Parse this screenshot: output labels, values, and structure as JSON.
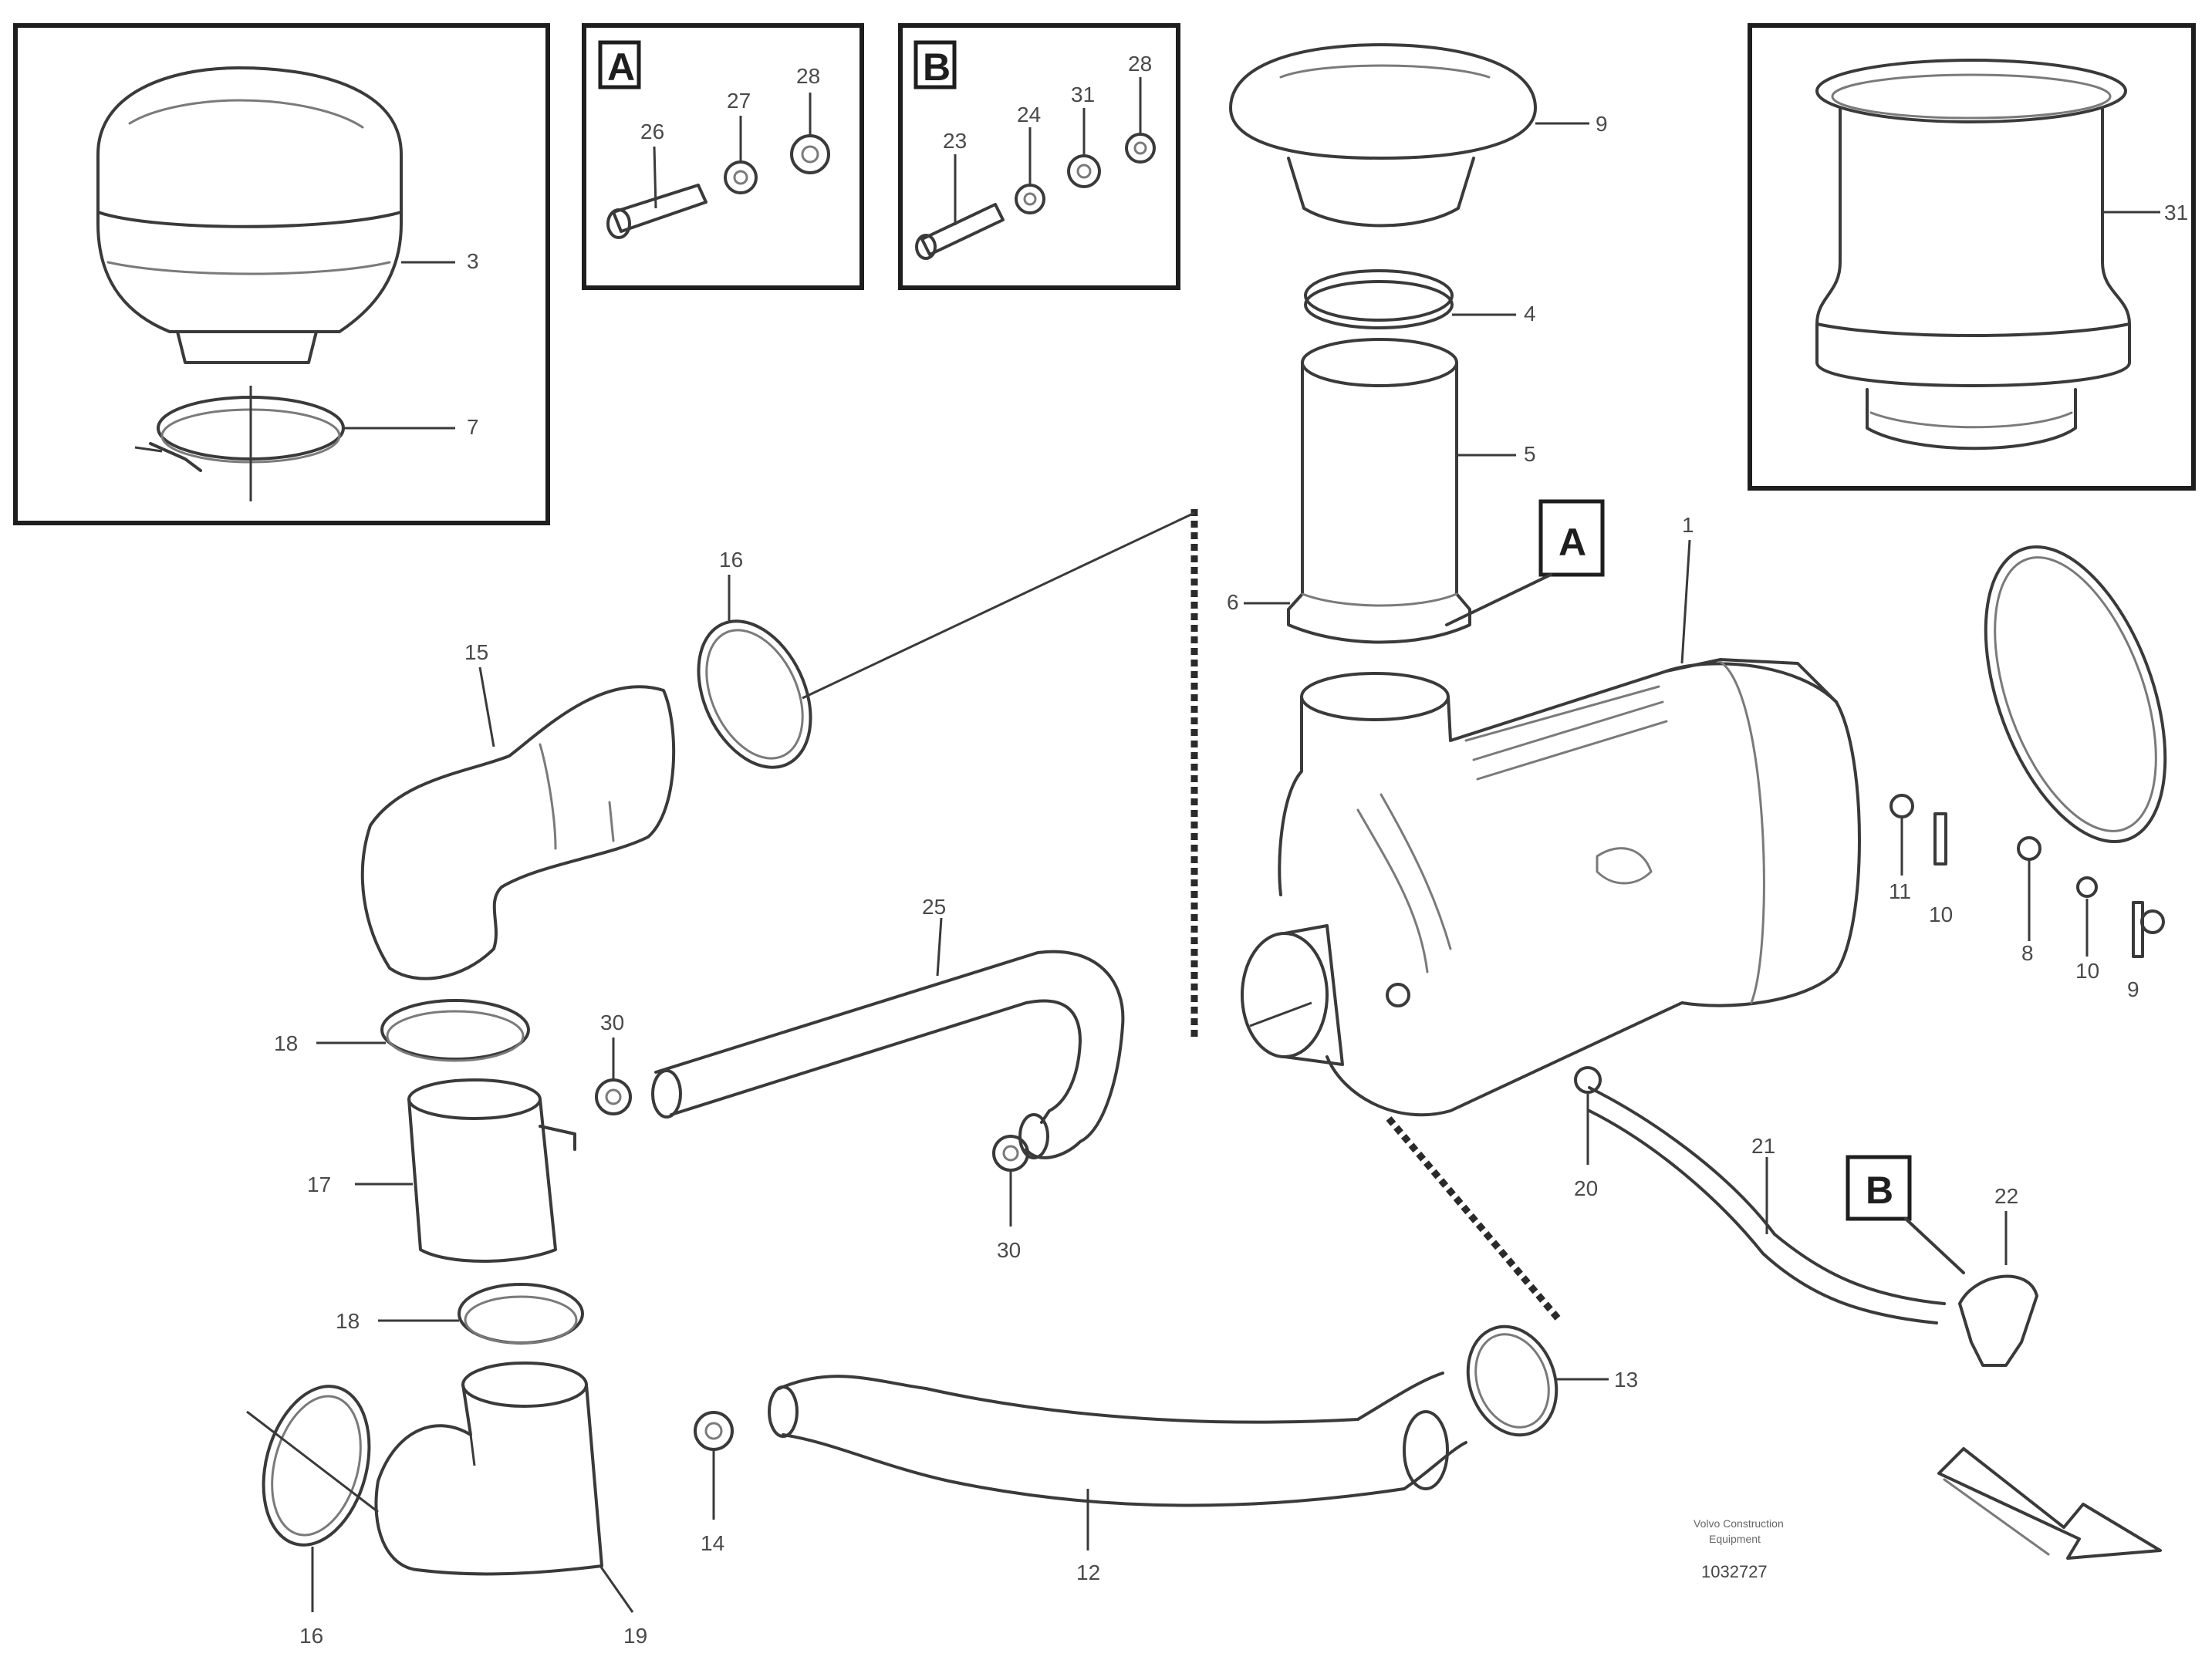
{
  "detail_tags": {
    "inset_a": "A",
    "inset_b": "B",
    "callout_a": "A",
    "callout_b": "B"
  },
  "part_numbers": {
    "p3": "3",
    "p7_inset": "7",
    "p9_top": "9",
    "p4": "4",
    "p5": "5",
    "p6": "6",
    "p1": "1",
    "p31_inset": "31",
    "p16_top": "16",
    "p15": "15",
    "p18": "18",
    "p30_top": "30",
    "p25": "25",
    "p17": "17",
    "p30_bottom": "30",
    "p18_lower": "18",
    "p16_bottom": "16",
    "p19": "19",
    "p14": "14",
    "p12": "12",
    "p13": "13",
    "p20": "20",
    "p21": "21",
    "p22": "22",
    "p11": "11",
    "p10": "10",
    "p8": "8",
    "p10_b": "10",
    "p9_b": "9",
    "a_26": "26",
    "a_27": "27",
    "a_28": "28",
    "b_23": "23",
    "b_24": "24",
    "b_31": "31",
    "b_28": "28"
  },
  "footer": {
    "ref_code": "1032727",
    "caption_line1": "Volvo Construction",
    "caption_line2": "Equipment"
  },
  "direction_arrow_icon": "forward-arrow-icon"
}
